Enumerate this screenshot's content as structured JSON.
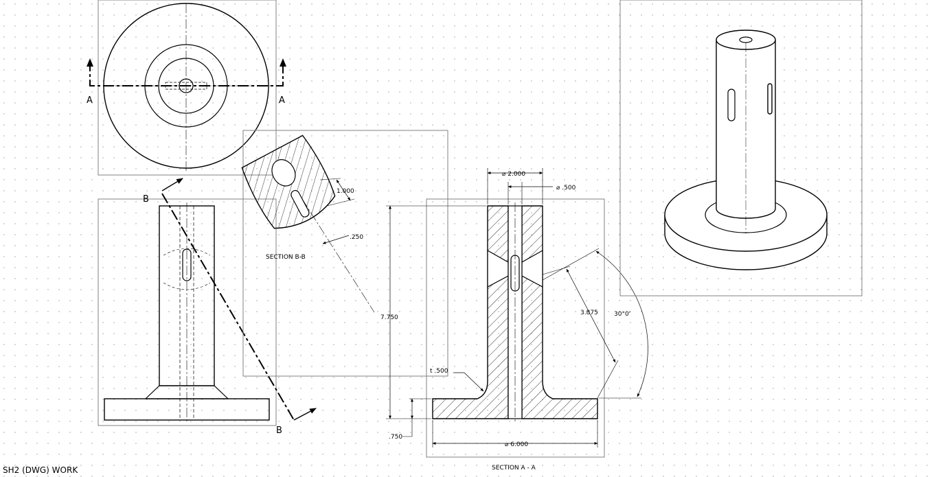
{
  "status_label": "SH2 (DWG) WORK",
  "section_labels": {
    "section_aa": "SECTION A - A",
    "section_bb": "SECTION B-B",
    "cut_a_left": "A",
    "cut_a_right": "A",
    "cut_b_top": "B",
    "cut_b_bottom": "B"
  },
  "dimensions": {
    "dia_2000": "⌀ 2.000",
    "dia_500": "⌀ .500",
    "height_7750": "7.750",
    "len_3875": "3.875",
    "angle_30": "30°0'",
    "thick_500": "t .500",
    "base_750": ".750",
    "dia_6000": "⌀ 6.000",
    "slot_1000": "1.000",
    "slot_250": ".250"
  },
  "colors": {
    "line": "#000000",
    "frame": "#808080",
    "grid_dot": "#9a9a9a",
    "background": "#ffffff"
  }
}
